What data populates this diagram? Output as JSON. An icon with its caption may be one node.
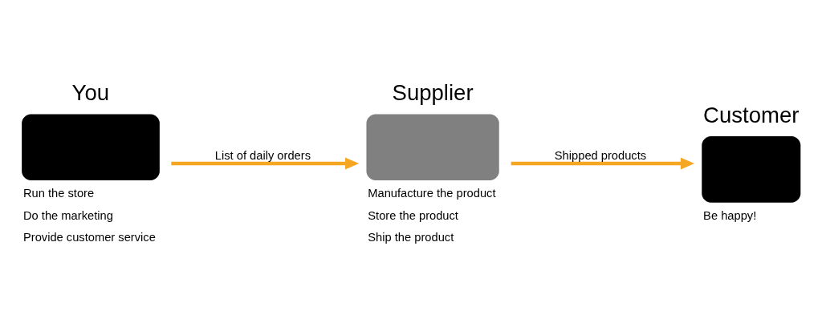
{
  "diagram": {
    "nodes": [
      {
        "text": [
          "You"
        ],
        "beside": [
          "Run the store",
          "Do the marketing",
          "Provide customer service"
        ]
      },
      {
        "text": [
          "Supplier"
        ],
        "beside": [
          "Manufacture the product",
          "Store the product",
          "Ship the product"
        ]
      },
      {
        "text": [
          "Customer"
        ],
        "beside": [
          "Be happy!"
        ]
      }
    ],
    "edges": [
      {
        "from": 0,
        "to": 1,
        "arrow": "to",
        "label": "List of daily orders"
      },
      {
        "from": 1,
        "to": 2,
        "arrow": "to",
        "label": "Shipped products"
      }
    ]
  }
}
